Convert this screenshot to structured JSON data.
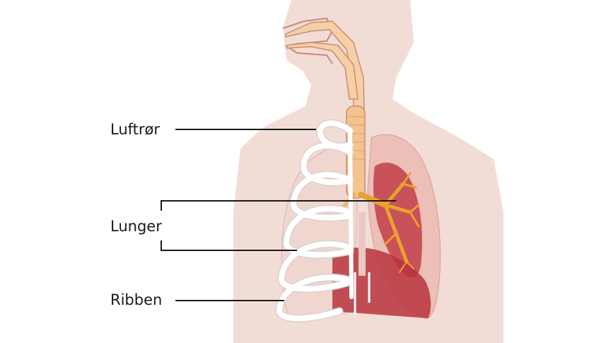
{
  "labels": {
    "trachea": "Luftrør",
    "lungs": "Lunger",
    "ribs": "Ribben"
  },
  "colors": {
    "skin": "#f2ddd6",
    "skin_outline": "#e6c8bf",
    "airway": "#f3c48f",
    "airway_outline": "#c98a77",
    "lung_outer": "#e9b3ad",
    "lung_inner": "#c9515a",
    "bronchi": "#e9a22d",
    "diaphragm": "#b8343d",
    "rib": "#ffffff",
    "leader_line": "#1a1a1a"
  }
}
